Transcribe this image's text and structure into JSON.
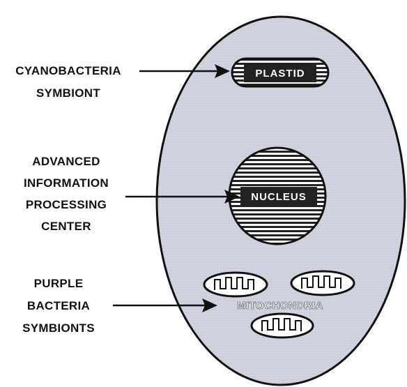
{
  "labels": {
    "cyanobacteria": [
      "CYANOBACTERIA",
      "SYMBIONT"
    ],
    "advanced": [
      "ADVANCED",
      "INFORMATION",
      "PROCESSING",
      "CENTER"
    ],
    "purple": [
      "PURPLE",
      "BACTERIA",
      "SYMBIONTS"
    ]
  },
  "organelles": {
    "plastid": "PLASTID",
    "nucleus": "NUCLEUS",
    "mitochondria": "MITOCHONDRIA"
  },
  "colors": {
    "cell_fill": "#cfd2dc",
    "outline": "#111111",
    "text": "#111111"
  }
}
